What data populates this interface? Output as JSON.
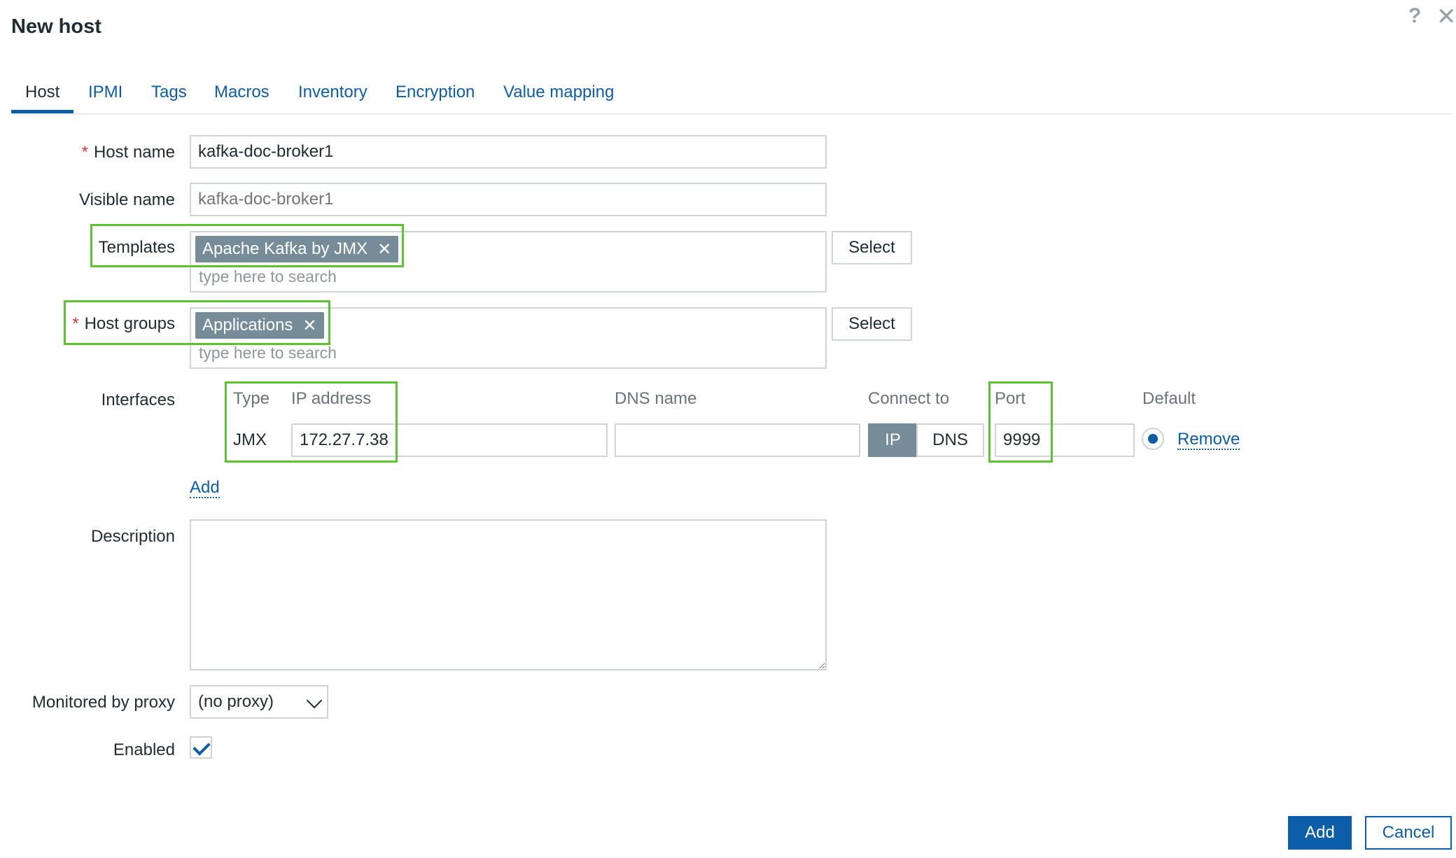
{
  "dialog": {
    "title": "New host",
    "help_icon": "?",
    "close_icon": "✕"
  },
  "tabs": [
    {
      "label": "Host",
      "active": true
    },
    {
      "label": "IPMI"
    },
    {
      "label": "Tags"
    },
    {
      "label": "Macros"
    },
    {
      "label": "Inventory"
    },
    {
      "label": "Encryption"
    },
    {
      "label": "Value mapping"
    }
  ],
  "form": {
    "host_name": {
      "label": "Host name",
      "required": true,
      "value": "kafka-doc-broker1"
    },
    "visible_name": {
      "label": "Visible name",
      "placeholder": "kafka-doc-broker1"
    },
    "templates": {
      "label": "Templates",
      "chips": [
        "Apache Kafka by JMX"
      ],
      "search_placeholder": "type here to search",
      "select_label": "Select"
    },
    "host_groups": {
      "label": "Host groups",
      "required": true,
      "chips": [
        "Applications"
      ],
      "search_placeholder": "type here to search",
      "select_label": "Select"
    },
    "interfaces": {
      "label": "Interfaces",
      "columns": {
        "type": "Type",
        "ip": "IP address",
        "dns": "DNS name",
        "connect_to": "Connect to",
        "port": "Port",
        "default": "Default"
      },
      "rows": [
        {
          "type": "JMX",
          "ip": "172.27.7.38",
          "dns": "",
          "connect_ip": "IP",
          "connect_dns": "DNS",
          "connect_selected": "IP",
          "port": "9999",
          "default": true,
          "remove_label": "Remove"
        }
      ],
      "add_label": "Add"
    },
    "description": {
      "label": "Description",
      "value": ""
    },
    "proxy": {
      "label": "Monitored by proxy",
      "value": "(no proxy)"
    },
    "enabled": {
      "label": "Enabled",
      "checked": true
    }
  },
  "footer": {
    "add_label": "Add",
    "cancel_label": "Cancel"
  },
  "colors": {
    "accent": "#0c5ea8",
    "chip": "#768d99",
    "required": "#e33734",
    "highlight": "#5cc431"
  }
}
